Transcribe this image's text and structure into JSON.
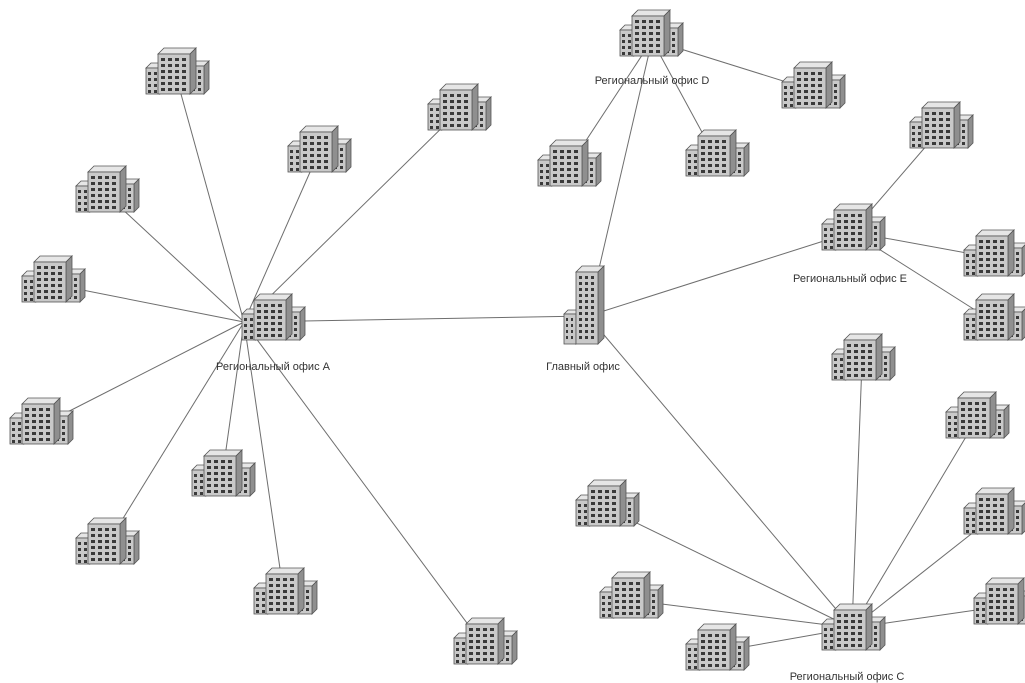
{
  "diagram": {
    "colors": {
      "edge": "#6e6e6e",
      "building": "#c9c9c9",
      "background": "#ffffff"
    },
    "nodes": [
      {
        "id": "hq",
        "kind": "tower",
        "label": "Главный офис"
      },
      {
        "id": "a",
        "kind": "office",
        "label": "Региональный офис A"
      },
      {
        "id": "c",
        "kind": "office",
        "label": "Региональный офис C"
      },
      {
        "id": "d",
        "kind": "office",
        "label": "Региональный офис D"
      },
      {
        "id": "e",
        "kind": "office",
        "label": "Региональный офис E"
      },
      {
        "id": "a1",
        "kind": "branch"
      },
      {
        "id": "a2",
        "kind": "branch"
      },
      {
        "id": "a3",
        "kind": "branch"
      },
      {
        "id": "a4",
        "kind": "branch"
      },
      {
        "id": "a5",
        "kind": "branch"
      },
      {
        "id": "a6",
        "kind": "branch"
      },
      {
        "id": "a7",
        "kind": "branch"
      },
      {
        "id": "a8",
        "kind": "branch"
      },
      {
        "id": "a9",
        "kind": "branch"
      },
      {
        "id": "a10",
        "kind": "branch"
      },
      {
        "id": "d1",
        "kind": "branch"
      },
      {
        "id": "d2",
        "kind": "branch"
      },
      {
        "id": "d3",
        "kind": "branch"
      },
      {
        "id": "e1",
        "kind": "branch"
      },
      {
        "id": "e2",
        "kind": "branch"
      },
      {
        "id": "e3",
        "kind": "branch"
      },
      {
        "id": "c1",
        "kind": "branch"
      },
      {
        "id": "c2",
        "kind": "branch"
      },
      {
        "id": "c3",
        "kind": "branch"
      },
      {
        "id": "c4",
        "kind": "branch"
      },
      {
        "id": "c5",
        "kind": "branch"
      },
      {
        "id": "c6",
        "kind": "branch"
      },
      {
        "id": "c7",
        "kind": "branch"
      },
      {
        "id": "c8",
        "kind": "branch"
      }
    ],
    "edges": [
      [
        "hq",
        "a"
      ],
      [
        "hq",
        "d"
      ],
      [
        "hq",
        "e"
      ],
      [
        "hq",
        "c"
      ],
      [
        "a",
        "a1"
      ],
      [
        "a",
        "a2"
      ],
      [
        "a",
        "a3"
      ],
      [
        "a",
        "a4"
      ],
      [
        "a",
        "a5"
      ],
      [
        "a",
        "a6"
      ],
      [
        "a",
        "a7"
      ],
      [
        "a",
        "a8"
      ],
      [
        "a",
        "a9"
      ],
      [
        "a",
        "a10"
      ],
      [
        "d",
        "d1"
      ],
      [
        "d",
        "d2"
      ],
      [
        "d",
        "d3"
      ],
      [
        "e",
        "e1"
      ],
      [
        "e",
        "e2"
      ],
      [
        "e",
        "e3"
      ],
      [
        "c",
        "c1"
      ],
      [
        "c",
        "c2"
      ],
      [
        "c",
        "c3"
      ],
      [
        "c",
        "c4"
      ],
      [
        "c",
        "c5"
      ],
      [
        "c",
        "c6"
      ],
      [
        "c",
        "c7"
      ],
      [
        "c",
        "c8"
      ]
    ]
  }
}
